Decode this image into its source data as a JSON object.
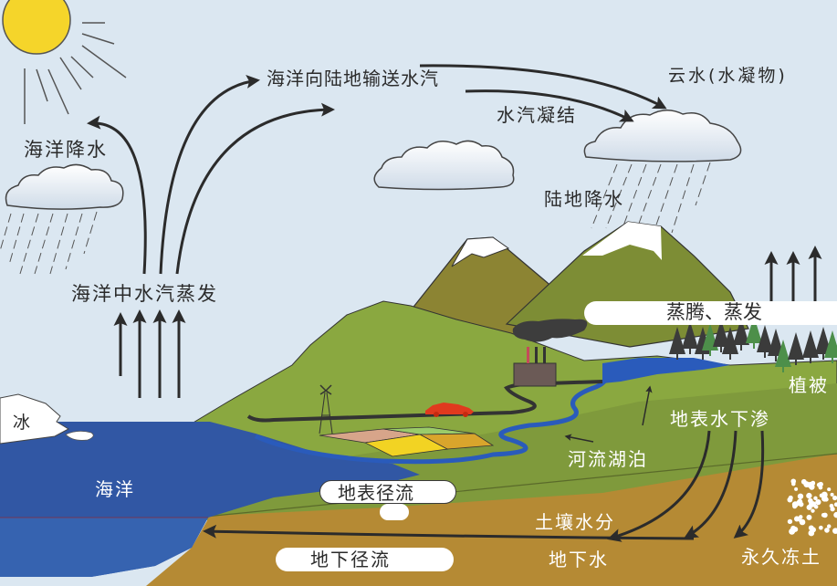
{
  "diagram": {
    "title": "水循环示意图",
    "colors": {
      "sky": "#dbe7f1",
      "ocean": "#3157a4",
      "ocean_deep": "#3663b0",
      "land_light": "#8aa840",
      "land_mid": "#7f9a3c",
      "land_dark": "#6f7f30",
      "mountain_brown": "#8c8433",
      "mountain_green": "#7d8d35",
      "soil": "#b58a34",
      "river": "#2a5bbb",
      "arrow": "#2b2b2b",
      "sun": "#f5d52a",
      "car": "#e03a1e",
      "factory": "#6b5a56",
      "smoke": "#3d3d3d"
    },
    "labels": {
      "ocean_precipitation": "海洋降水",
      "vapor_transport": "海洋向陆地输送水汽",
      "condensation": "水汽凝结",
      "cloud_water": "云水(水凝物)",
      "land_precipitation": "陆地降水",
      "ocean_evaporation": "海洋中水汽蒸发",
      "evapotranspiration": "蒸腾、蒸发",
      "vegetation": "植被",
      "ice": "冰",
      "infiltration": "地表水下渗",
      "ocean": "海洋",
      "rivers_lakes": "河流湖泊",
      "surface_runoff": "地表径流",
      "soil_moisture": "土壤水分",
      "groundwater_flow": "地下径流",
      "groundwater": "地下水",
      "permafrost": "永久冻土"
    }
  }
}
